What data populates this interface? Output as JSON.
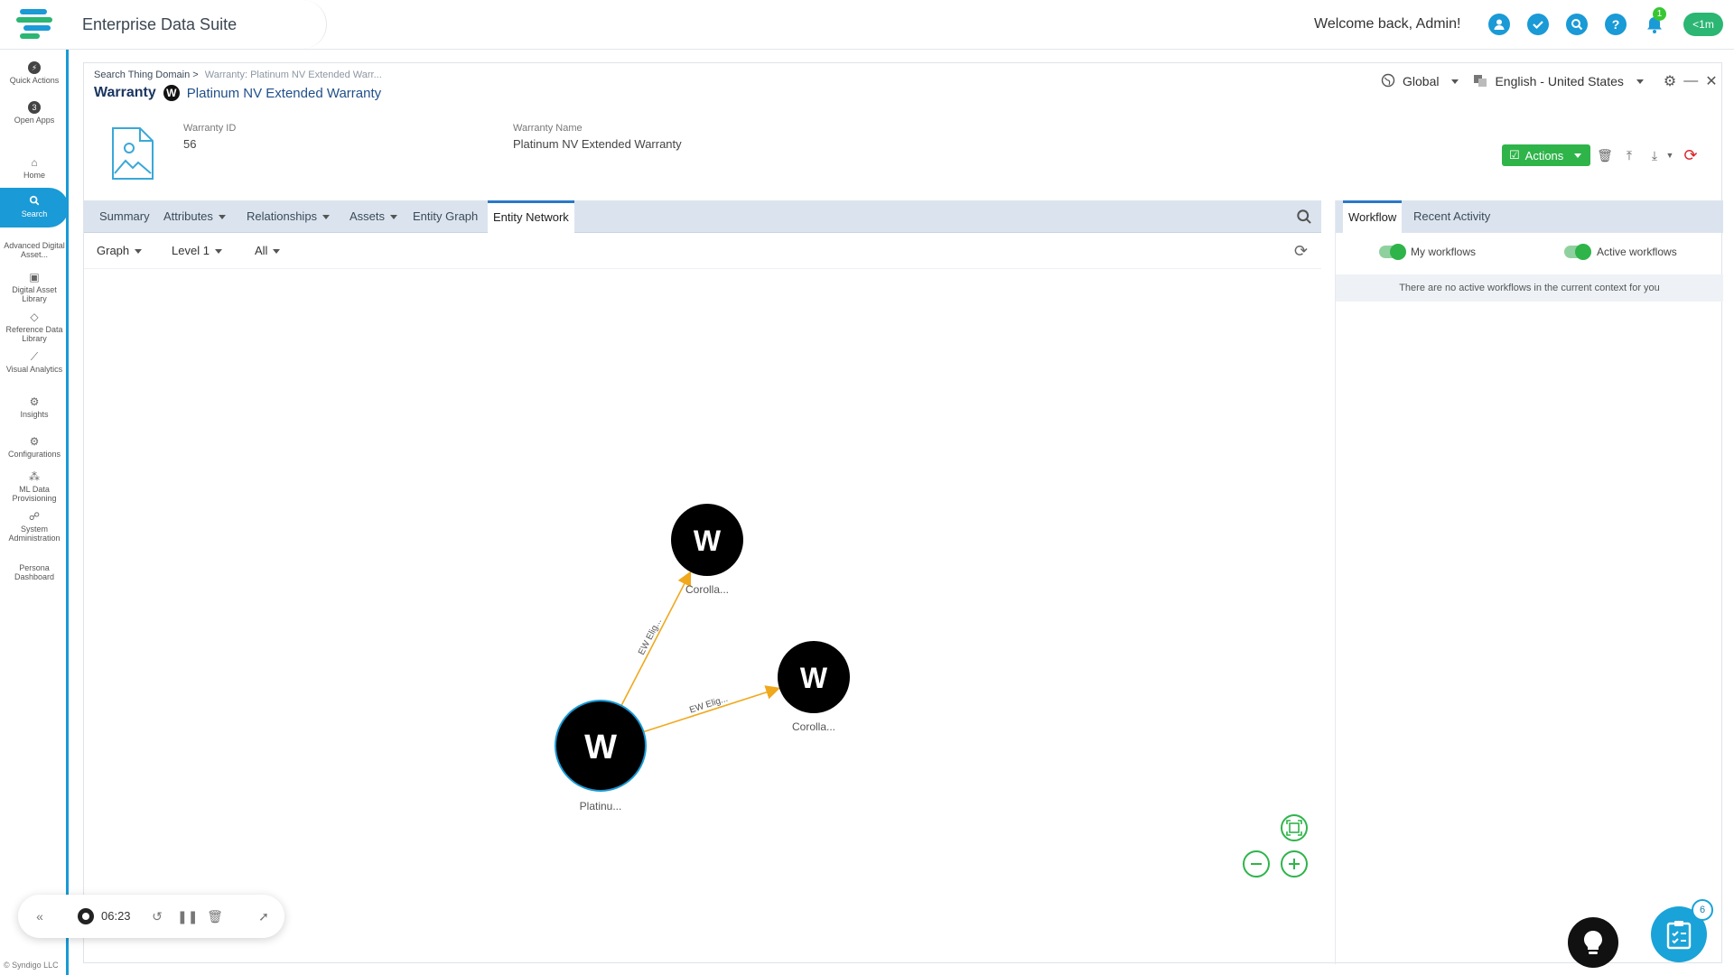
{
  "app": {
    "title": "Enterprise Data Suite",
    "welcome": "Welcome back, Admin!",
    "notification_count": "1",
    "timer_label": "<1m",
    "copyright": "© Syndigo LLC",
    "accent_color": "#1a9ad6",
    "action_color": "#2fb44a"
  },
  "sidebar": {
    "items": [
      {
        "label": "Quick Actions",
        "icon": "bolt-icon"
      },
      {
        "label": "Open Apps",
        "badge": "3"
      },
      {
        "label": "Home",
        "icon": "home-icon"
      },
      {
        "label": "Search",
        "icon": "search-icon"
      },
      {
        "label": "Advanced Digital Asset...",
        "icon": "folder-icon"
      },
      {
        "label": "Digital Asset Library",
        "icon": "image-icon"
      },
      {
        "label": "Reference Data Library",
        "icon": "tag-icon"
      },
      {
        "label": "Visual Analytics",
        "icon": "chart-icon"
      },
      {
        "label": "Insights",
        "icon": "gear-icon"
      },
      {
        "label": "Configurations",
        "icon": "gear-icon"
      },
      {
        "label": "ML Data Provisioning",
        "icon": "network-icon"
      },
      {
        "label": "System Administration",
        "icon": "admin-icon"
      },
      {
        "label": "Persona Dashboard",
        "icon": "dashboard-icon"
      }
    ]
  },
  "header": {
    "breadcrumb_root": "Search Thing Domain",
    "breadcrumb_sep": ">",
    "breadcrumb_current": "Warranty: Platinum NV Extended Warr...",
    "entity_type": "Warranty",
    "entity_badge": "W",
    "entity_name": "Platinum NV Extended Warranty",
    "context": "Global",
    "locale": "English - United States"
  },
  "fields": {
    "id_label": "Warranty ID",
    "id_value": "56",
    "name_label": "Warranty Name",
    "name_value": "Platinum NV Extended Warranty"
  },
  "toolbar": {
    "actions_label": "Actions"
  },
  "tabs": {
    "items": [
      {
        "label": "Summary"
      },
      {
        "label": "Attributes"
      },
      {
        "label": "Relationships"
      },
      {
        "label": "Assets"
      },
      {
        "label": "Entity Graph"
      },
      {
        "label": "Entity Network"
      }
    ],
    "active": "Entity Network"
  },
  "graph_controls": {
    "view": "Graph",
    "level": "Level 1",
    "filter": "All"
  },
  "network": {
    "nodes": [
      {
        "id": "n1",
        "label": "Platinu...",
        "letter": "W"
      },
      {
        "id": "n2",
        "label": "Corolla...",
        "letter": "W"
      },
      {
        "id": "n3",
        "label": "Corolla...",
        "letter": "W"
      }
    ],
    "edges": [
      {
        "from": "n1",
        "to": "n2",
        "label": "EW Elig..."
      },
      {
        "from": "n1",
        "to": "n3",
        "label": "EW Elig..."
      }
    ],
    "edge_color": "#f0a81c"
  },
  "right_panel": {
    "tabs": [
      {
        "label": "Workflow"
      },
      {
        "label": "Recent Activity"
      }
    ],
    "my_workflows_label": "My workflows",
    "active_workflows_label": "Active workflows",
    "empty_message": "There are no active workflows in the current context for you"
  },
  "recorder": {
    "time": "06:23"
  },
  "floating": {
    "clipboard_count": "6"
  }
}
